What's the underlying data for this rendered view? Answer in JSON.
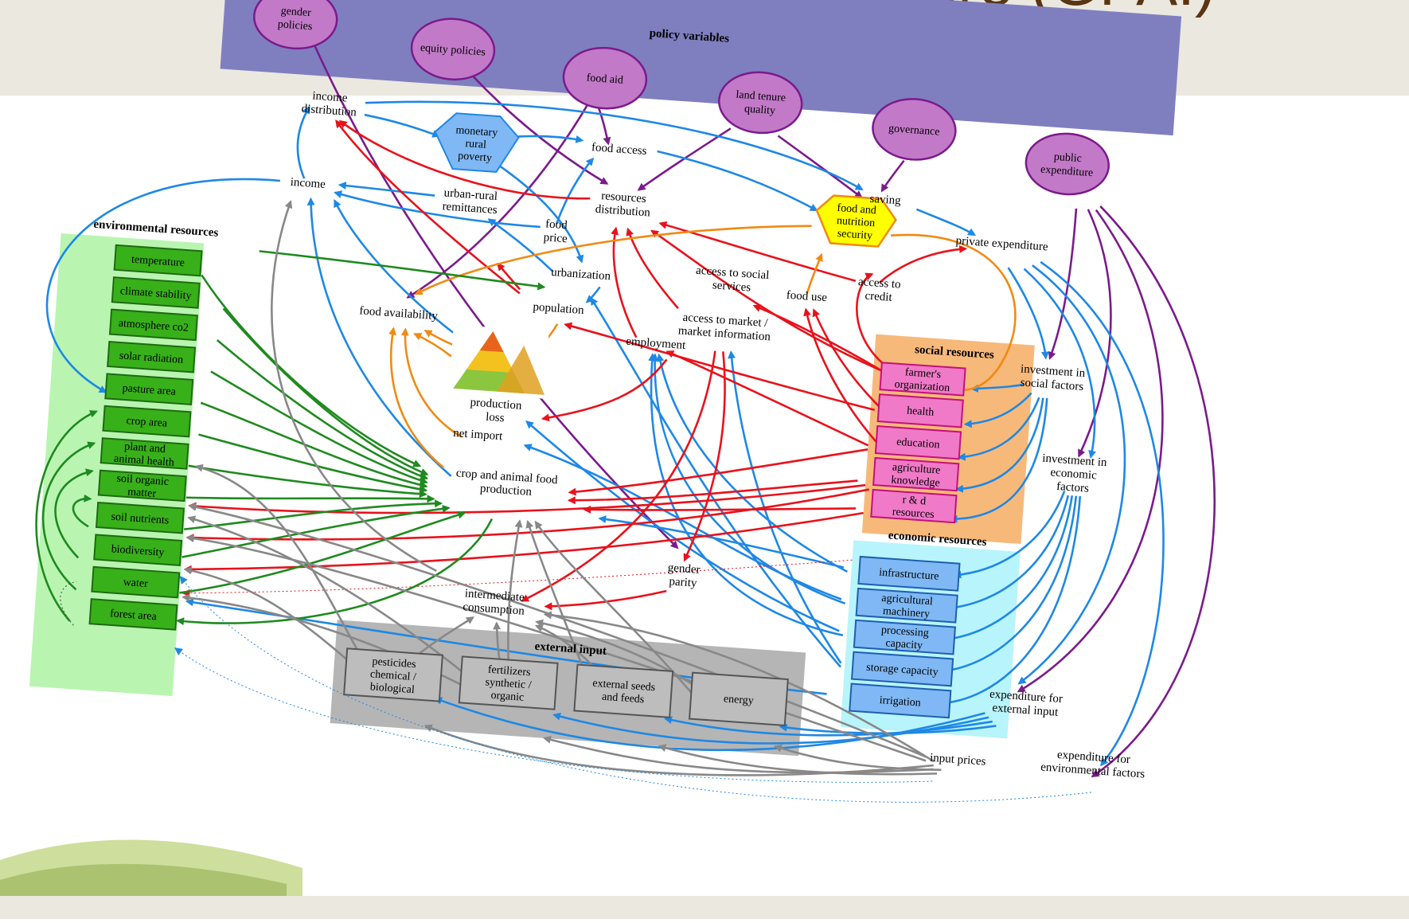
{
  "slide": {
    "title_line1": "ies in Global Agriculture (GPAI)",
    "title_line2": "policies and M&E"
  },
  "colors": {
    "policy": "#8a5ac8",
    "env": "#b9f5b1",
    "social": "#f7b97a",
    "econ": "#b8f4fb",
    "external": "#b5b5b5",
    "blue_arrow": "#1e88e5",
    "red_arrow": "#e8121b",
    "green_arrow": "#1f8a1f",
    "orange_arrow": "#f08a14",
    "purple_arrow": "#7b1a8c",
    "gray_arrow": "#888888"
  },
  "diagram": {
    "policy_variables": {
      "title": "policy variables",
      "gender_policies": [
        "gender",
        "policies"
      ],
      "equity_policies": [
        "equity policies"
      ],
      "food_aid": [
        "food aid"
      ],
      "land_tenure": [
        "land tenure",
        "quality"
      ],
      "governance": [
        "governance"
      ],
      "public_expenditure": [
        "public",
        "expenditure"
      ]
    },
    "nodes": {
      "income_distribution": [
        "income",
        "distribution"
      ],
      "monetary_rural_poverty": [
        "monetary",
        "rural",
        "poverty"
      ],
      "food_access": [
        "food access"
      ],
      "saving": [
        "saving"
      ],
      "income": [
        "income"
      ],
      "urban_rural_remittances": [
        "urban-rural",
        "remittances"
      ],
      "food_price": [
        "food",
        "price"
      ],
      "resources_distribution": [
        "resources",
        "distribution"
      ],
      "food_nutrition_security": [
        "food and",
        "nutrition",
        "security"
      ],
      "private_expenditure": [
        "private expenditure"
      ],
      "urbanization": [
        "urbanization"
      ],
      "access_social_services": [
        "access to social",
        "services"
      ],
      "food_use": [
        "food use"
      ],
      "access_credit": [
        "access to",
        "credit"
      ],
      "population": [
        "population"
      ],
      "food_availability": [
        "food availability"
      ],
      "access_market": [
        "access to market /",
        "market information"
      ],
      "employment": [
        "employment"
      ],
      "investment_social": [
        "investment in",
        "social factors"
      ],
      "production_loss": [
        "production",
        "loss"
      ],
      "net_import": [
        "net import"
      ],
      "crop_animal_food": [
        "crop and animal food",
        "production"
      ],
      "investment_economic": [
        "investment in",
        "economic",
        "factors"
      ],
      "gender_parity": [
        "gender",
        "parity"
      ],
      "intermediate_consumption": [
        "intermediate",
        "consumption"
      ],
      "expenditure_external": [
        "expenditure for",
        "external input"
      ],
      "input_prices": [
        "input prices"
      ],
      "expenditure_environmental": [
        "expenditure for",
        "environmental factors"
      ]
    },
    "environmental_resources": {
      "title": "environmental resources",
      "items": [
        [
          "temperature"
        ],
        [
          "climate stability"
        ],
        [
          "atmosphere co2"
        ],
        [
          "solar radiation"
        ],
        [
          "pasture area"
        ],
        [
          "crop area"
        ],
        [
          "plant and",
          "animal health"
        ],
        [
          "soil organic",
          "matter"
        ],
        [
          "soil nutrients"
        ],
        [
          "biodiversity"
        ],
        [
          "water"
        ],
        [
          "forest area"
        ]
      ]
    },
    "social_resources": {
      "title": "social resources",
      "items": [
        [
          "farmer's",
          "organization"
        ],
        [
          "health"
        ],
        [
          "education"
        ],
        [
          "agriculture",
          "knowledge"
        ],
        [
          "r & d",
          "resources"
        ]
      ]
    },
    "economic_resources": {
      "title": "economic resources",
      "items": [
        [
          "infrastructure"
        ],
        [
          "agricultural",
          "machinery"
        ],
        [
          "processing",
          "capacity"
        ],
        [
          "storage capacity"
        ],
        [
          "irrigation"
        ]
      ]
    },
    "external_input": {
      "title": "external input",
      "items": [
        [
          "pesticides",
          "chemical /",
          "biological"
        ],
        [
          "fertilizers",
          "synthetic /",
          "organic"
        ],
        [
          "external seeds",
          "and feeds"
        ],
        [
          "energy"
        ]
      ]
    }
  }
}
